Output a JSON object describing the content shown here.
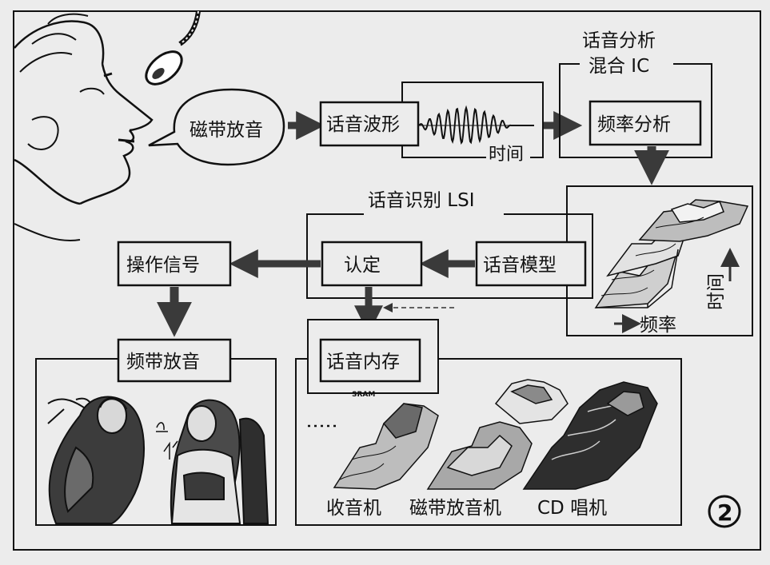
{
  "labels": {
    "speaker_bubble": "磁带放音",
    "speech_waveform": "话音波形",
    "time_axis": "时间",
    "analysis_ic_line1": "话音分析",
    "analysis_ic_line2": "混合 IC",
    "frequency_analysis": "频率分析",
    "recognition_lsi": "话音识别 LSI",
    "speech_model": "话音模型",
    "recognize": "认定",
    "operation_signal": "操作信号",
    "band_playback": "频带放音",
    "speech_memory": "话音内存",
    "sram": "SRAM",
    "spectrum_freq_axis": "频率",
    "spectrum_time_axis": "时间",
    "device_radio": "收音机",
    "device_tape_player": "磁带放音机",
    "device_cd_player": "CD 唱机",
    "figure_number": "2"
  },
  "colors": {
    "background": "#ececec",
    "ink": "#111111",
    "arrow": "#3a3a3a"
  },
  "icons": {
    "speaker_illustration": "face-profile-speaking",
    "microphone": "microphone-icon",
    "spectrogram": "3d-spectrogram",
    "people_scene": "people-scene"
  }
}
